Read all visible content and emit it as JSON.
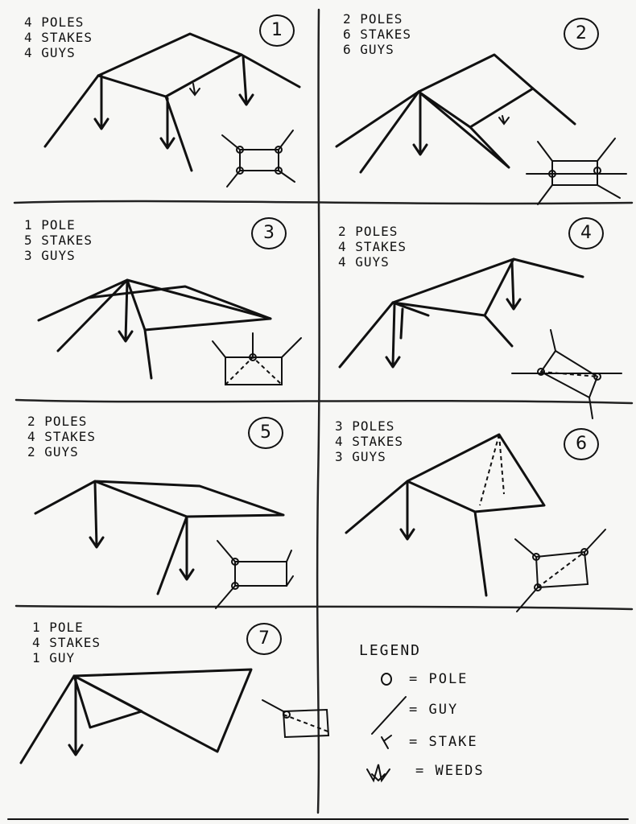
{
  "panels": [
    {
      "number": "1",
      "lines": [
        "4 POLES",
        "4 STAKES",
        "4 GUYS"
      ]
    },
    {
      "number": "2",
      "lines": [
        "2 POLES",
        "6 STAKES",
        "6 GUYS"
      ]
    },
    {
      "number": "3",
      "lines": [
        "1 POLE",
        "5 STAKES",
        "3 GUYS"
      ]
    },
    {
      "number": "4",
      "lines": [
        "2 POLES",
        "4 STAKES",
        "4 GUYS"
      ]
    },
    {
      "number": "5",
      "lines": [
        "2 POLES",
        "4 STAKES",
        "2 GUYS"
      ]
    },
    {
      "number": "6",
      "lines": [
        "3 POLES",
        "4 STAKES",
        "3 GUYS"
      ]
    },
    {
      "number": "7",
      "lines": [
        "1 POLE",
        "4 STAKES",
        "1 GUY"
      ]
    }
  ],
  "legend": {
    "title": "LEGEND",
    "items": [
      {
        "symbol": "pole-icon",
        "text": "= POLE"
      },
      {
        "symbol": "guy-icon",
        "text": "= GUY"
      },
      {
        "symbol": "stake-icon",
        "text": "= STAKE"
      },
      {
        "symbol": "weeds-icon",
        "text": "= WEEDS"
      }
    ]
  }
}
